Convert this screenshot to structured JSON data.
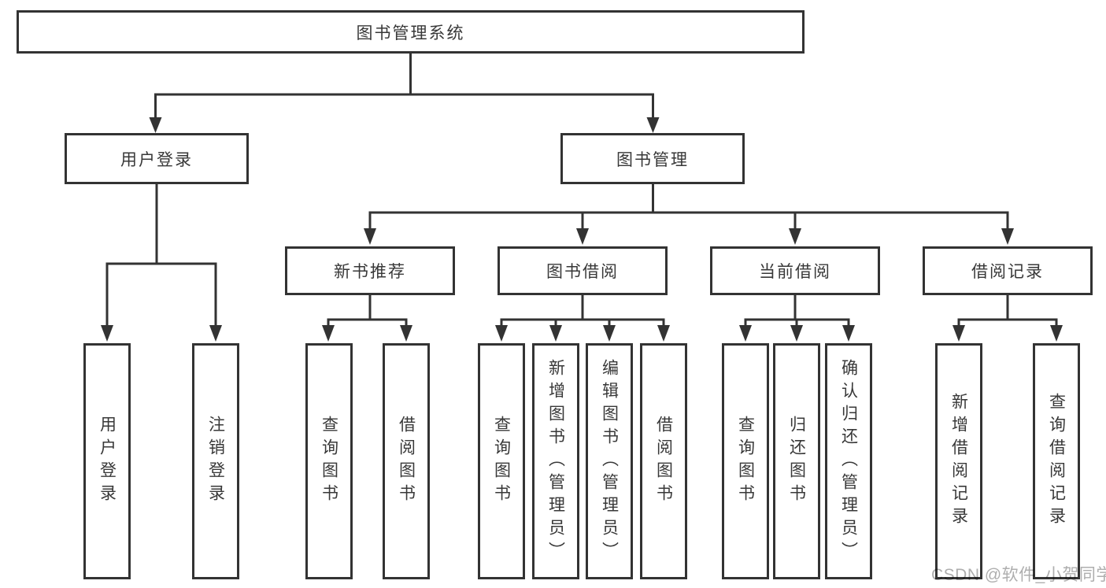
{
  "diagram_type": "functional-structure-tree",
  "colors": {
    "line": "#333333",
    "text": "#383838",
    "background": "#ffffff",
    "watermark": "#aeaeae"
  },
  "tree": {
    "root": {
      "label": "图书管理系统",
      "children": [
        {
          "label": "用户登录",
          "children": [
            {
              "label": "用户登录"
            },
            {
              "label": "注销登录"
            }
          ]
        },
        {
          "label": "图书管理",
          "children": [
            {
              "label": "新书推荐",
              "children": [
                {
                  "label": "查询图书"
                },
                {
                  "label": "借阅图书"
                }
              ]
            },
            {
              "label": "图书借阅",
              "children": [
                {
                  "label": "查询图书"
                },
                {
                  "label": "新增图书（管理员）"
                },
                {
                  "label": "编辑图书（管理员）"
                },
                {
                  "label": "借阅图书"
                }
              ]
            },
            {
              "label": "当前借阅",
              "children": [
                {
                  "label": "查询图书"
                },
                {
                  "label": "归还图书"
                },
                {
                  "label": "确认归还（管理员）"
                }
              ]
            },
            {
              "label": "借阅记录",
              "children": [
                {
                  "label": "新增借阅记录"
                },
                {
                  "label": "查询借阅记录"
                }
              ]
            }
          ]
        }
      ]
    }
  },
  "watermark": {
    "text": "CSDN @软件_小贺同学"
  }
}
